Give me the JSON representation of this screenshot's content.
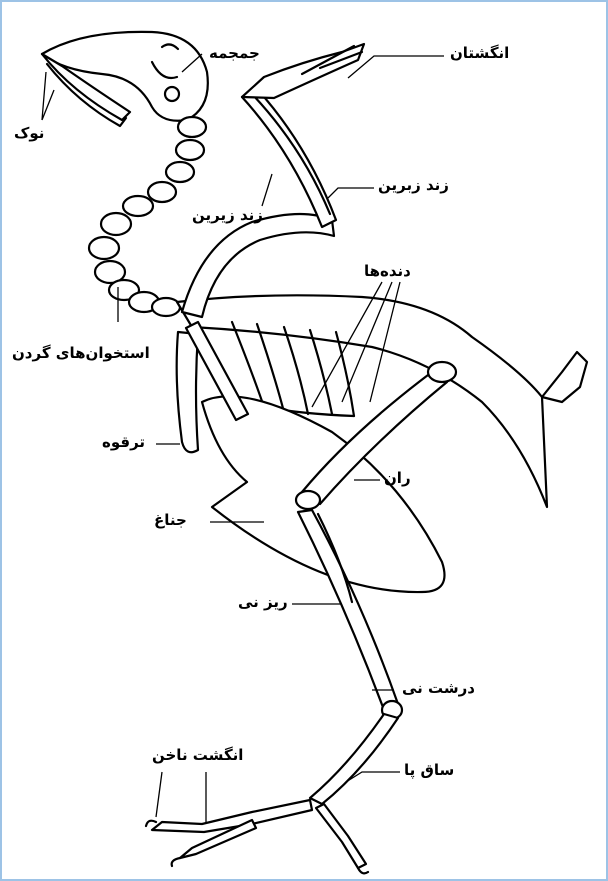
{
  "labels": {
    "skull": "جمجمه",
    "beak": "نوک",
    "digits": "انگشتان",
    "radius": "زند زبرین",
    "ulna": "زند زیرین",
    "ribs": "دنده‌ها",
    "neck_vertebrae": "استخوان‌های گردن",
    "clavicle": "ترقوه",
    "femur": "ران",
    "sternum": "جناغ",
    "fibula": "ریز نی",
    "tibia": "درشت نی",
    "tarsometatarsus": "ساق پا",
    "claw_toe": "انگشت ناخن"
  },
  "colors": {
    "frame": "#9dc3e6",
    "ink": "#000000",
    "paper": "#ffffff"
  }
}
